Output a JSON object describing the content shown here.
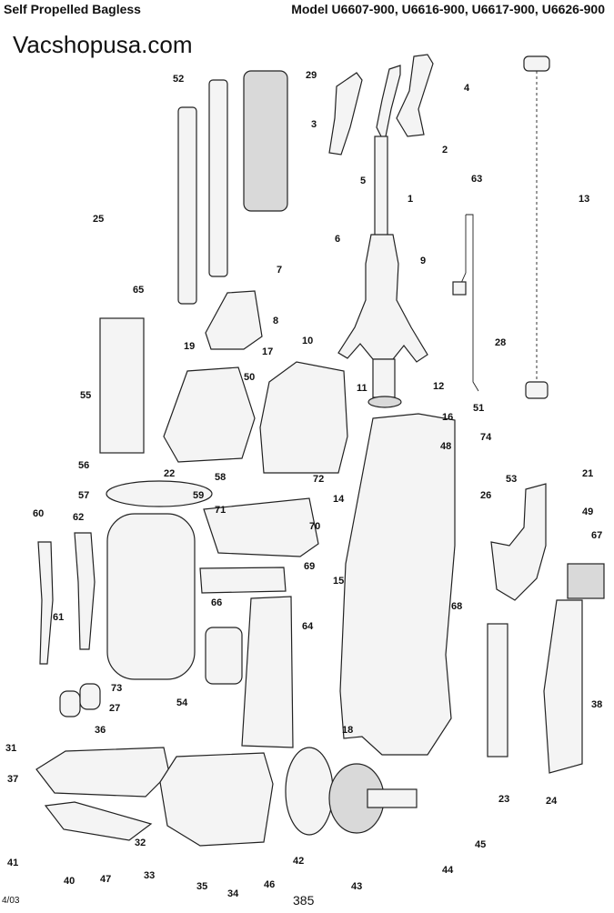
{
  "header": {
    "title_left": "Self Propelled Bagless",
    "title_right": "Model U6607-900, U6616-900, U6617-900, U6626-900",
    "site": "Vacshopusa.com"
  },
  "footer": {
    "page": "385",
    "date_code": "4/03"
  },
  "labels": [
    "1",
    "2",
    "3",
    "4",
    "5",
    "6",
    "7",
    "8",
    "9",
    "10",
    "11",
    "12",
    "13",
    "14",
    "15",
    "16",
    "17",
    "18",
    "19",
    "21",
    "22",
    "23",
    "24",
    "25",
    "26",
    "27",
    "28",
    "29",
    "31",
    "32",
    "33",
    "34",
    "35",
    "36",
    "37",
    "38",
    "40",
    "41",
    "42",
    "43",
    "44",
    "45",
    "46",
    "47",
    "48",
    "49",
    "50",
    "51",
    "52",
    "53",
    "54",
    "55",
    "56",
    "57",
    "58",
    "59",
    "60",
    "61",
    "62",
    "63",
    "64",
    "65",
    "66",
    "67",
    "68",
    "69",
    "70",
    "71",
    "72",
    "73",
    "74"
  ]
}
